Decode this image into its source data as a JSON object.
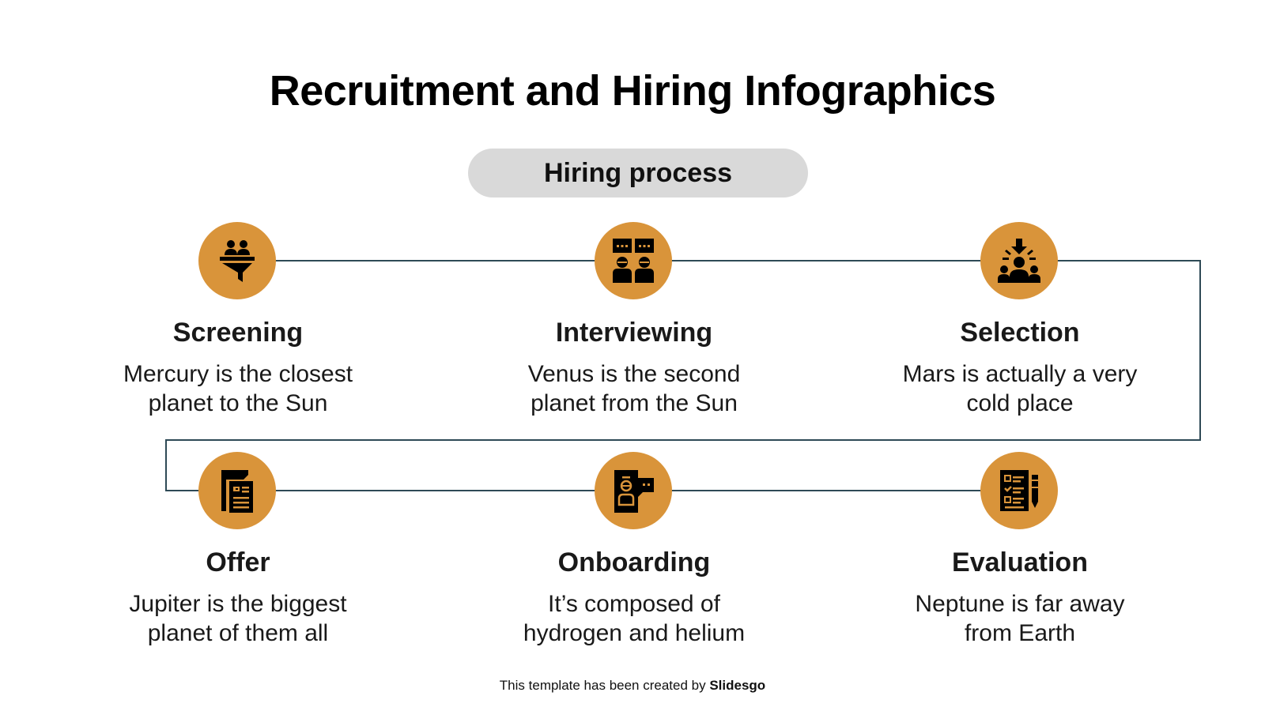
{
  "title": "Recruitment and Hiring Infographics",
  "subtitle_pill": "Hiring process",
  "colors": {
    "accent": "#d9943a",
    "connector": "#2e4a56",
    "pill_bg": "#d9d9d9",
    "icon": "#000000"
  },
  "steps": [
    {
      "title": "Screening",
      "desc_line1": "Mercury is the closest",
      "desc_line2": "planet to the Sun",
      "icon": "funnel-people-icon"
    },
    {
      "title": "Interviewing",
      "desc_line1": "Venus is the second",
      "desc_line2": "planet from the Sun",
      "icon": "interview-chat-icon"
    },
    {
      "title": "Selection",
      "desc_line1": "Mars is actually a very",
      "desc_line2": "cold place",
      "icon": "select-person-icon"
    },
    {
      "title": "Offer",
      "desc_line1": "Jupiter is the biggest",
      "desc_line2": "planet of them all",
      "icon": "offer-letter-icon"
    },
    {
      "title": "Onboarding",
      "desc_line1": "It’s composed of",
      "desc_line2": "hydrogen and helium",
      "icon": "onboarding-profile-icon"
    },
    {
      "title": "Evaluation",
      "desc_line1": "Neptune is far away",
      "desc_line2": "from Earth",
      "icon": "evaluation-checklist-icon"
    }
  ],
  "footer": {
    "prefix": "This template has been created by ",
    "brand": "Slidesgo"
  }
}
